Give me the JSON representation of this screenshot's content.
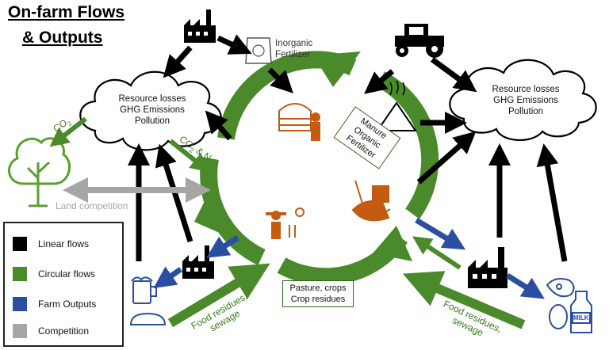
{
  "title": {
    "line1": "On-farm Flows",
    "line2": "& Outputs"
  },
  "clouds": {
    "left": {
      "lines": [
        "Resource losses",
        "GHG Emissions",
        "Pollution"
      ]
    },
    "right": {
      "lines": [
        "Resource losses",
        "GHG Emissions",
        "Pollution"
      ]
    }
  },
  "labels": {
    "inorganic_fertilizer": [
      "Inorganic",
      "Fertilizer"
    ],
    "co2": "CO",
    "co2_sub": "2",
    "co2_n": "CO",
    "co2_n_sub": "2",
    "co2_n_rest": " & N",
    "land_competition": "Land competition",
    "manure": [
      "Manure",
      "Organic",
      "Fertilizer"
    ],
    "pasture": [
      "Pasture, crops",
      "Crop residues"
    ],
    "food_left": [
      "Food residues,",
      "sewage"
    ],
    "food_right": [
      "Food residues,",
      "sewage"
    ],
    "milk": "MILK"
  },
  "legend": [
    {
      "label": "Linear flows",
      "color": "#000000"
    },
    {
      "label": "Circular flows",
      "color": "#4a8a2a"
    },
    {
      "label": "Farm Outputs",
      "color": "#2a4fa0"
    },
    {
      "label": "Competition",
      "color": "#a6a6a6"
    }
  ],
  "colors": {
    "linear": "#000000",
    "circular": "#4a8a2a",
    "output": "#2a4fa0",
    "competition": "#a6a6a6",
    "farm_icon": "#c55a11",
    "tree": "#5aa02c"
  }
}
